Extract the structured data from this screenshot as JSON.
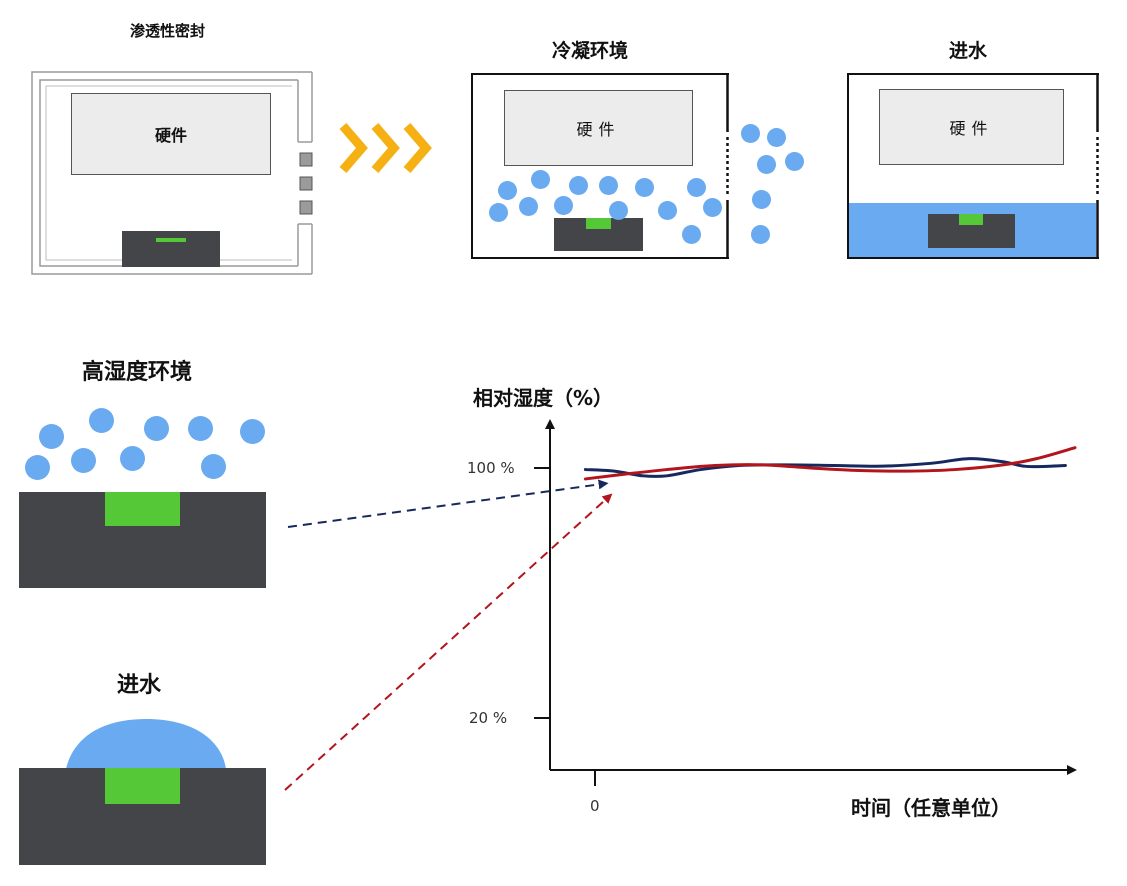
{
  "panels": {
    "seal": {
      "title": "渗透性密封",
      "hardware": "硬件"
    },
    "condense": {
      "title": "冷凝环境",
      "hardware": "硬件"
    },
    "water_in": {
      "title": "进水",
      "hardware": "硬件"
    }
  },
  "examples": {
    "humid": {
      "title": "高湿度环境"
    },
    "water": {
      "title": "进水"
    }
  },
  "colors": {
    "chevron": "#f5b114",
    "droplet": "#6aaaf0",
    "water": "#6aaaf0",
    "chip": "#444548",
    "chip_window": "#55c837",
    "series_navy": "#16295e",
    "series_red": "#b3151d"
  },
  "chart_data": {
    "type": "line",
    "ylabel": "相对湿度（%）",
    "xlabel": "时间（任意单位）",
    "ylim": [
      0,
      110
    ],
    "y_ticks": [
      {
        "value": 100,
        "label": "100 %"
      },
      {
        "value": 20,
        "label": "20 %"
      }
    ],
    "x_ticks": [
      {
        "value": 0,
        "label": "0"
      }
    ],
    "xlim": [
      -1,
      10
    ],
    "series": [
      {
        "color": "#16295e",
        "x": [
          -0.2,
          0.4,
          1.0,
          1.5,
          2.2,
          3.0,
          4.0,
          5.0,
          6.0,
          7.0,
          7.8,
          8.5,
          9.0,
          9.8
        ],
        "y": [
          99.5,
          99.0,
          97.5,
          97.5,
          99.5,
          100.8,
          101.0,
          100.8,
          100.6,
          101.5,
          103.0,
          102.0,
          100.5,
          100.8
        ]
      },
      {
        "color": "#b3151d",
        "x": [
          -0.2,
          0.5,
          1.5,
          2.5,
          3.5,
          4.5,
          5.5,
          6.5,
          7.5,
          8.5,
          9.2,
          10.0
        ],
        "y": [
          96.5,
          97.8,
          99.5,
          100.8,
          101.0,
          100.0,
          99.2,
          99.0,
          99.5,
          101.0,
          103.0,
          106.5
        ]
      }
    ],
    "annotations": [
      {
        "from": "humid-example",
        "to_x": 0.2,
        "to_y": 95,
        "color": "#16295e",
        "style": "dashed-arrow"
      },
      {
        "from": "water-example",
        "to_x": 0.3,
        "to_y": 91,
        "color": "#b3151d",
        "style": "dashed-arrow"
      }
    ]
  }
}
